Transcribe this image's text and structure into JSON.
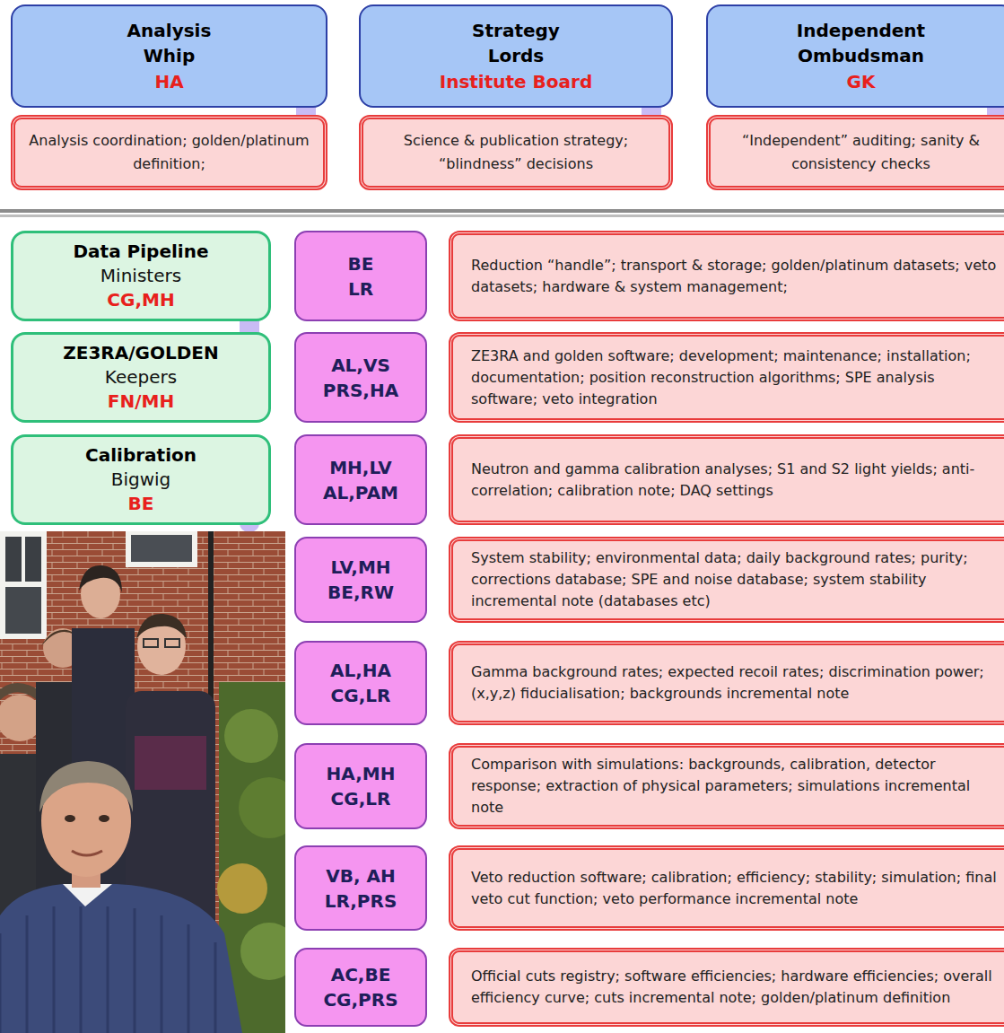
{
  "diagram": {
    "nodes": [
      {
        "text": [
          "Analysis Whip",
          "HA"
        ]
      },
      {
        "text": [
          "Strategy Lords",
          "Institute Board"
        ]
      },
      {
        "text": [
          "Independent Ombudsman",
          "GK"
        ]
      },
      {
        "text": [
          "Analysis coordination; golden/platinum definition;"
        ]
      },
      {
        "text": [
          "Science & publication strategy; “blindness” decisions"
        ]
      },
      {
        "text": [
          "“Independent” auditing; sanity & consistency checks"
        ]
      },
      {
        "text": [
          "Data Pipeline",
          "Ministers",
          "CG,MH"
        ]
      },
      {
        "text": [
          "BE LR"
        ]
      },
      {
        "text": [
          "Reduction “handle”; transport & storage; golden/platinum datasets; veto datasets; hardware & system management;"
        ]
      },
      {
        "text": [
          "ZE3RA/GOLDEN",
          "Keepers",
          "FN/MH"
        ]
      },
      {
        "text": [
          "AL,VS PRS,HA"
        ]
      },
      {
        "text": [
          "ZE3RA and golden software; development; maintenance; installation; documentation; position reconstruction algorithms; SPE analysis software; veto integration"
        ]
      },
      {
        "text": [
          "Calibration",
          "Bigwig",
          "BE"
        ]
      },
      {
        "text": [
          "MH,LV AL,PAM"
        ]
      },
      {
        "text": [
          "Neutron and gamma calibration analyses; S1 and S2 light yields; anti-correlation; calibration note; DAQ settings"
        ]
      },
      {
        "text": [
          "LV,MH BE,RW"
        ]
      },
      {
        "text": [
          "System stability; environmental data; daily background rates; purity; corrections database; SPE and noise database; system stability incremental note (databases etc)"
        ]
      },
      {
        "text": [
          "AL,HA CG,LR"
        ]
      },
      {
        "text": [
          "Gamma background rates; expected recoil rates; discrimination power; (x,y,z) fiducialisation; backgrounds incremental note"
        ]
      },
      {
        "text": [
          "HA,MH CG,LR"
        ]
      },
      {
        "text": [
          "Comparison with simulations: backgrounds, calibration, detector response; extraction of physical parameters; simulations incremental note"
        ]
      },
      {
        "text": [
          "VB, AH LR,PRS"
        ]
      },
      {
        "text": [
          "Veto reduction software; calibration; efficiency; stability; simulation; final veto cut function; veto performance incremental note"
        ]
      },
      {
        "text": [
          "AC,BE CG,PRS"
        ]
      },
      {
        "text": [
          "Official cuts registry; software efficiencies; hardware efficiencies; overall efficiency curve; cuts incremental note; golden/platinum definition"
        ]
      }
    ],
    "edges": []
  }
}
